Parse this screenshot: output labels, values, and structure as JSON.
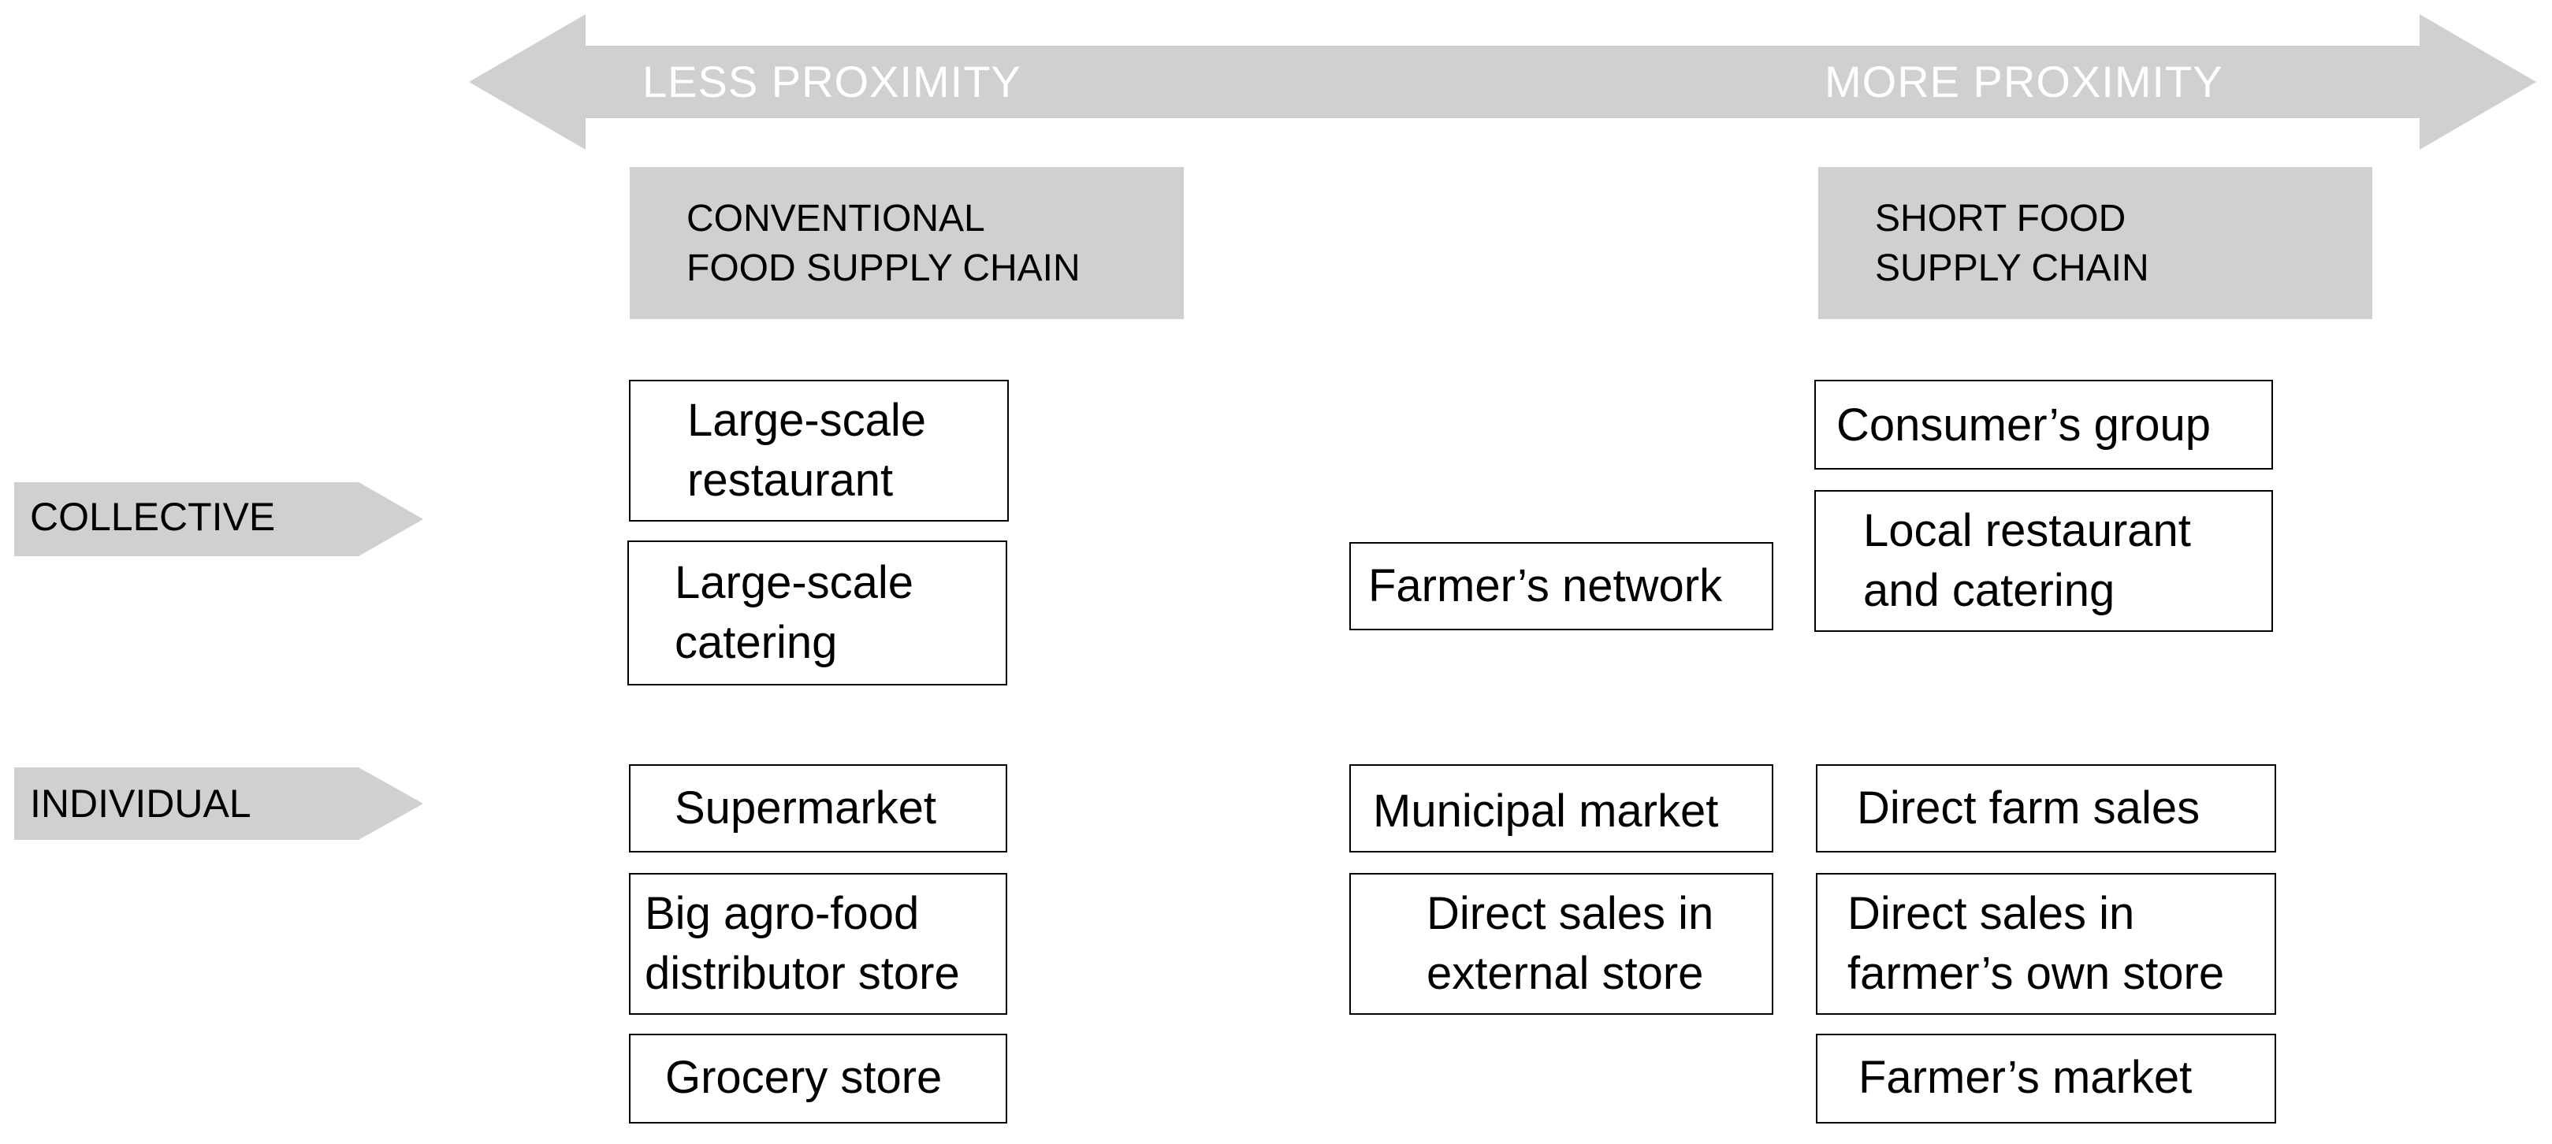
{
  "arrow": {
    "left_label": "LESS PROXIMITY",
    "right_label": "MORE PROXIMITY",
    "fill": "#d0d0d0",
    "label_color": "#ffffff"
  },
  "headers": {
    "conventional": [
      "CONVENTIONAL",
      "FOOD SUPPLY CHAIN"
    ],
    "short": [
      "SHORT FOOD",
      "SUPPLY CHAIN"
    ],
    "fill": "#d0d0d0"
  },
  "row_tags": {
    "collective": "COLLECTIVE",
    "individual": "INDIVIDUAL",
    "fill": "#d0d0d0"
  },
  "items": {
    "large_scale_restaurant": [
      "Large-scale",
      "restaurant"
    ],
    "large_scale_catering": [
      "Large-scale",
      "catering"
    ],
    "supermarket": [
      "Supermarket"
    ],
    "big_agro_food": [
      "Big agro-food",
      "distributor store"
    ],
    "grocery_store": [
      "Grocery store"
    ],
    "farmers_network": [
      "Farmer’s network"
    ],
    "municipal_market": [
      "Municipal market"
    ],
    "direct_sales_external": [
      "Direct sales in",
      "external store"
    ],
    "consumers_group": [
      "Consumer’s group"
    ],
    "local_restaurant": [
      "Local restaurant",
      "and catering"
    ],
    "direct_farm_sales": [
      "Direct farm sales"
    ],
    "direct_sales_own": [
      "Direct sales in",
      "farmer’s own store"
    ],
    "farmers_market": [
      "Farmer’s market"
    ]
  }
}
